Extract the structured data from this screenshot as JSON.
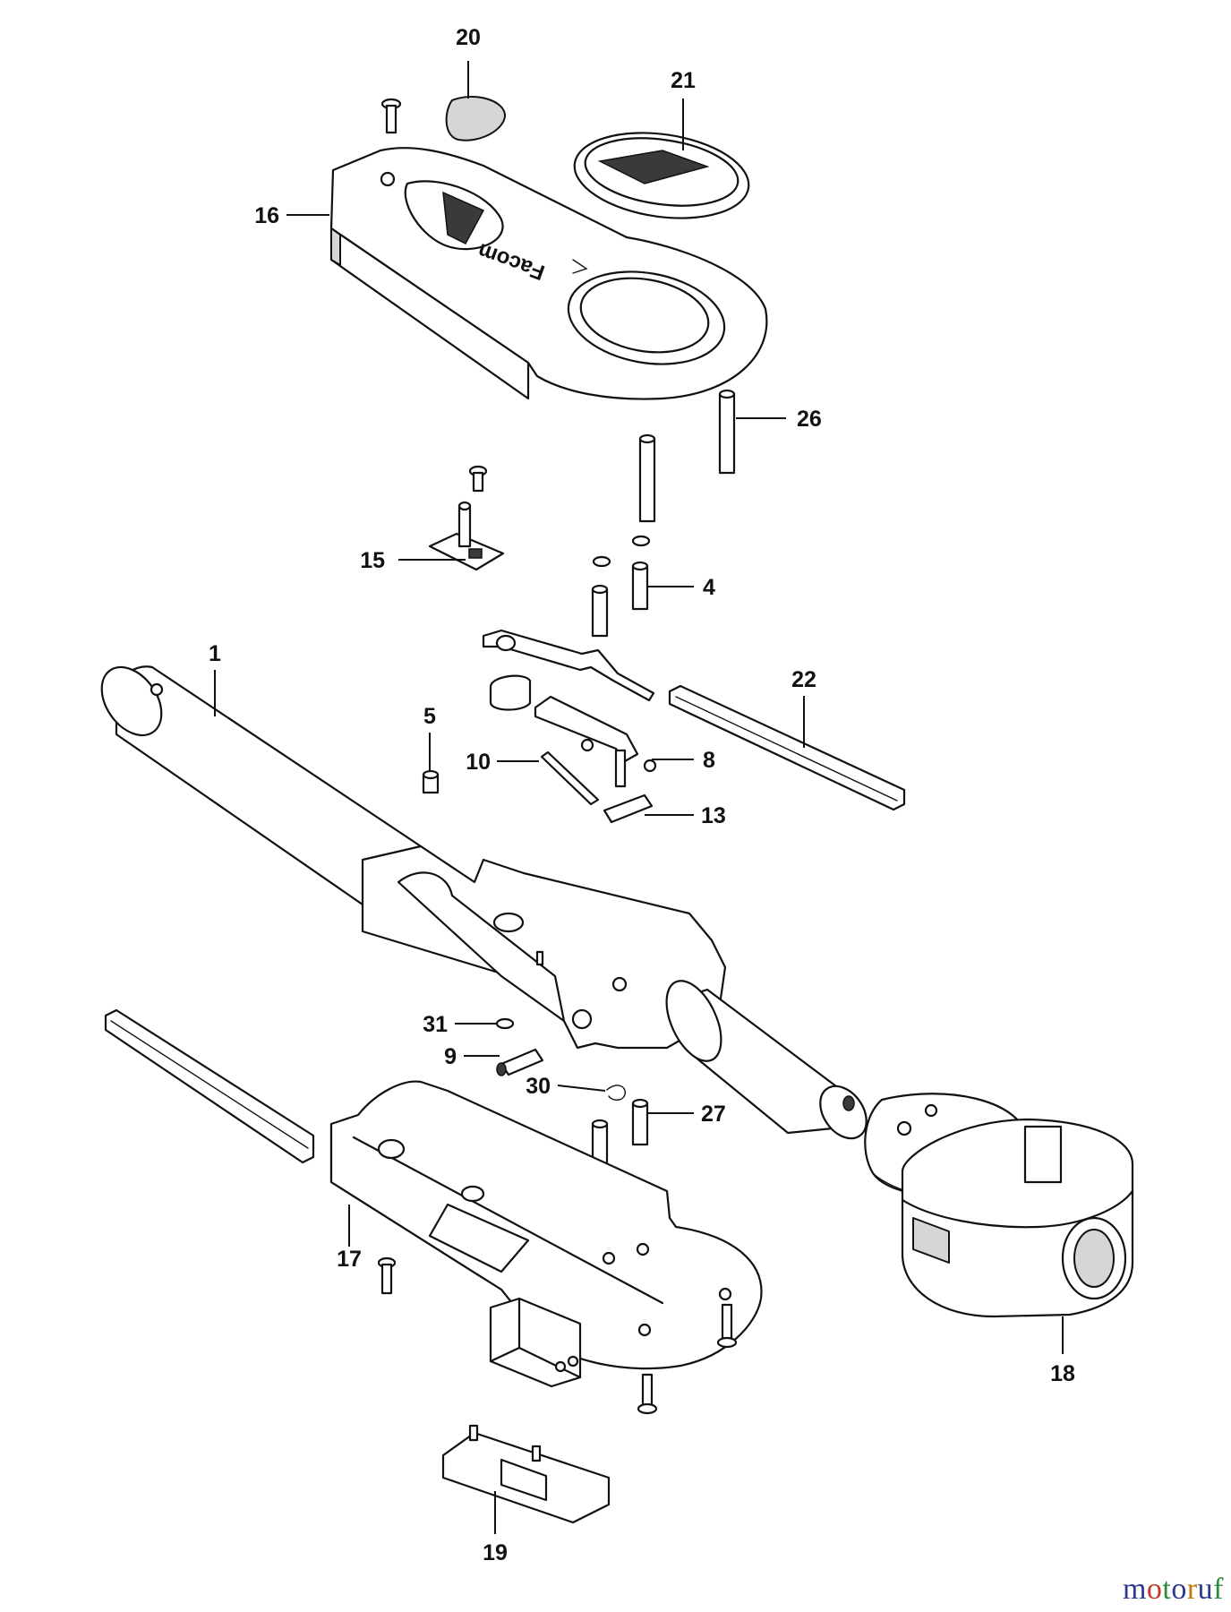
{
  "callouts": [
    {
      "id": "1",
      "label": "1"
    },
    {
      "id": "4",
      "label": "4"
    },
    {
      "id": "5",
      "label": "5"
    },
    {
      "id": "8",
      "label": "8"
    },
    {
      "id": "9",
      "label": "9"
    },
    {
      "id": "10",
      "label": "10"
    },
    {
      "id": "13",
      "label": "13"
    },
    {
      "id": "15",
      "label": "15"
    },
    {
      "id": "16",
      "label": "16"
    },
    {
      "id": "17",
      "label": "17"
    },
    {
      "id": "18",
      "label": "18"
    },
    {
      "id": "19",
      "label": "19"
    },
    {
      "id": "20",
      "label": "20"
    },
    {
      "id": "21",
      "label": "21"
    },
    {
      "id": "22",
      "label": "22"
    },
    {
      "id": "26",
      "label": "26"
    },
    {
      "id": "27",
      "label": "27"
    },
    {
      "id": "30",
      "label": "30"
    },
    {
      "id": "31",
      "label": "31"
    }
  ],
  "brand_mark": "Facom",
  "watermark": {
    "text": "motoruf",
    "letters": [
      "m",
      "o",
      "t",
      "o",
      "r",
      "u",
      "f"
    ],
    "colors": [
      "#2b3a8f",
      "#c0392b",
      "#2e8b3a",
      "#2b3a8f",
      "#c07a12",
      "#2b3a8f",
      "#2e8b3a"
    ]
  }
}
